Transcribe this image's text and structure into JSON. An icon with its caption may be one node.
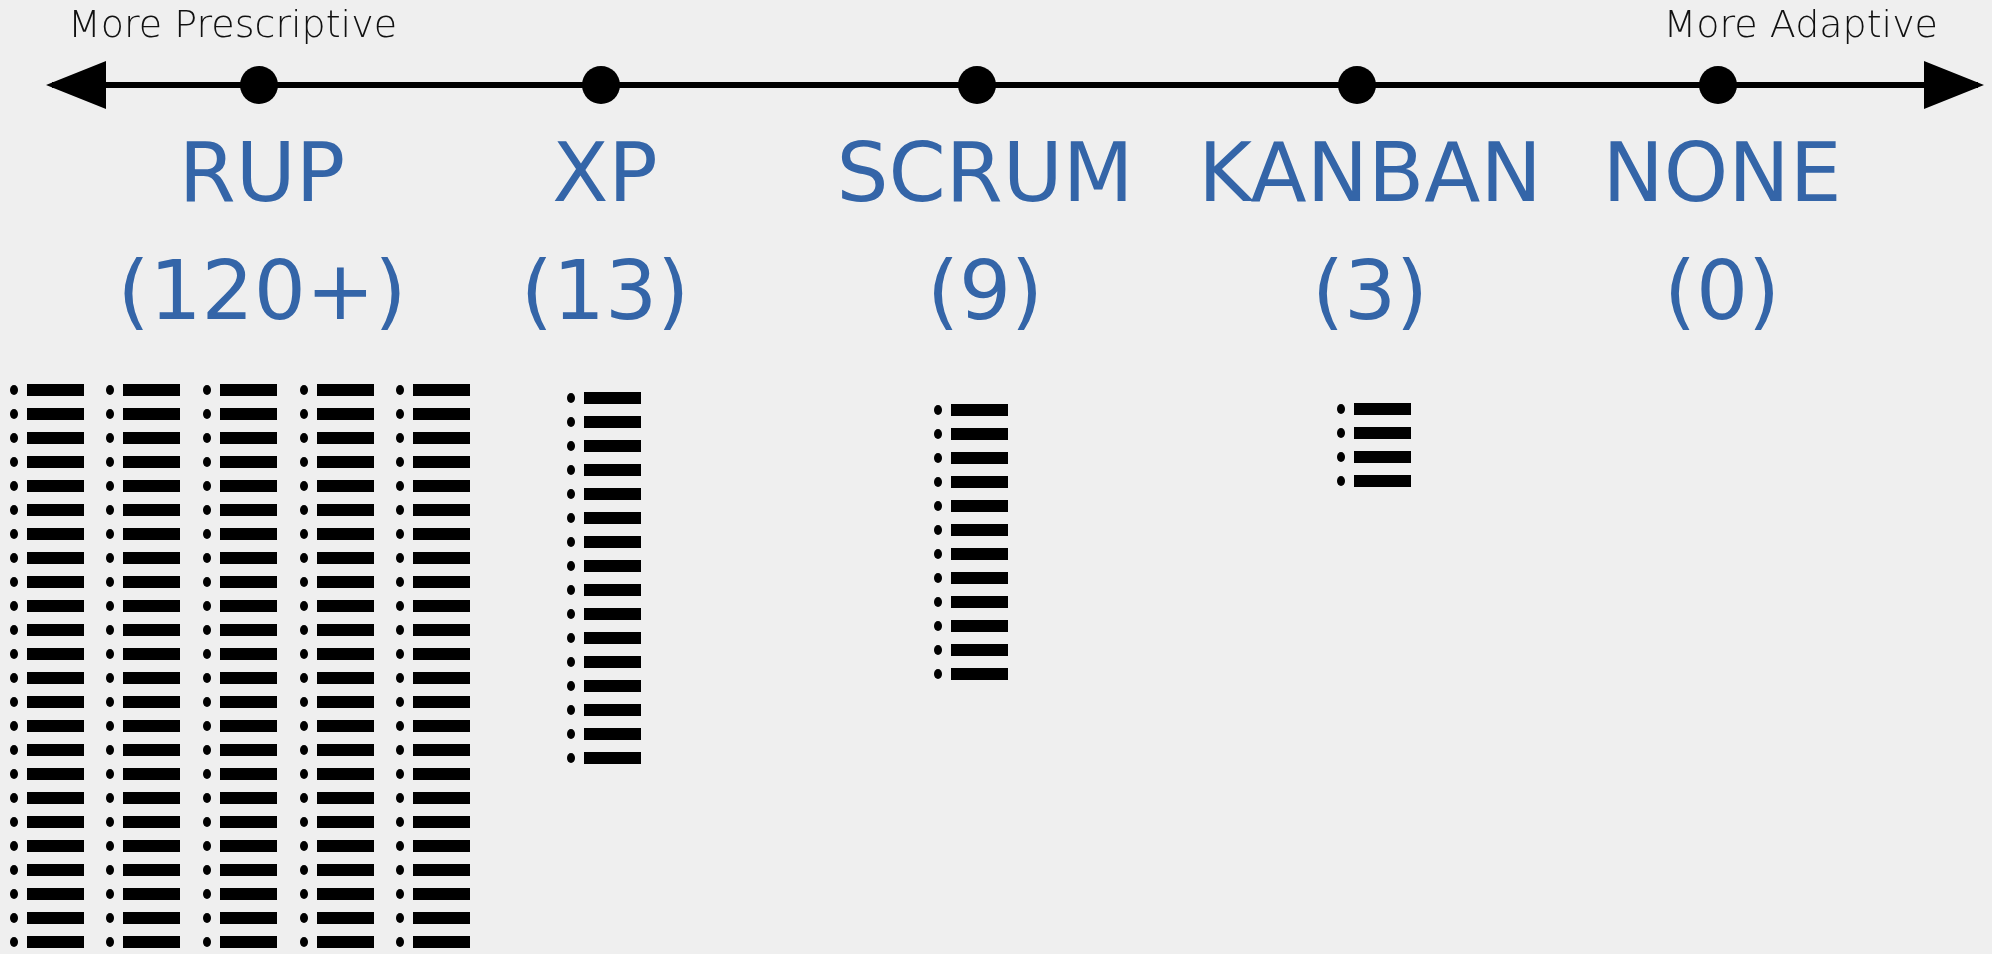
{
  "diagram": {
    "labels": [
      "More Prescriptive",
      "More Adaptive",
      "RUP",
      "XP",
      "SCRUM",
      "KANBAN",
      "NONE",
      "(120+)",
      "(13)",
      "(9)",
      "(3)",
      "(0)"
    ]
  }
}
